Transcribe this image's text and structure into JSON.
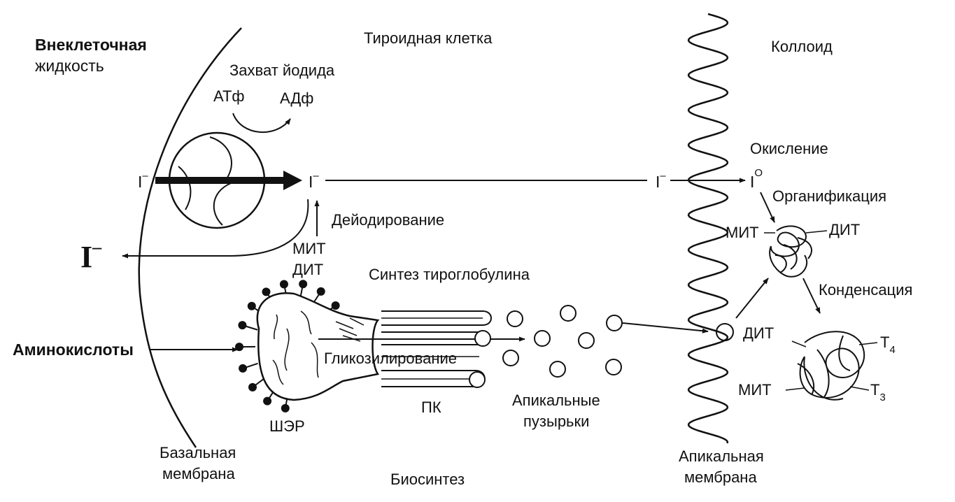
{
  "regions": {
    "extracellular": [
      "Внеклеточная",
      "жидкость"
    ],
    "thyroid_cell": "Тироидная клетка",
    "colloid": "Коллоид",
    "basal_membrane": [
      "Базальная",
      "мембрана"
    ],
    "apical_membrane": [
      "Апикальная",
      "мембрана"
    ],
    "biosynthesis": "Биосинтез"
  },
  "transport": {
    "iodide_uptake": "Захват йодида",
    "atp": "АТф",
    "adp": "АДф",
    "iodide_symbol": "I",
    "charge_minus": "–",
    "iodine_zero_sup": "O"
  },
  "processes": {
    "oxidation": "Окисление",
    "organification": "Органификация",
    "deiodination": "Дейодирование",
    "condensation": "Конденсация",
    "thyroglobulin_synthesis": "Синтез тироглобулина",
    "glycosylation": "Гликозилирование",
    "amino_acids": "Аминокислоты"
  },
  "organelles": {
    "rough_er": "ШЭР",
    "golgi": "ПК",
    "apical_vesicles": [
      "Апикальные",
      "пузырьки"
    ]
  },
  "molecules": {
    "mit": "МИТ",
    "dit": "ДИТ",
    "t": "Т",
    "t4_sub": "4",
    "t3_sub": "3"
  }
}
